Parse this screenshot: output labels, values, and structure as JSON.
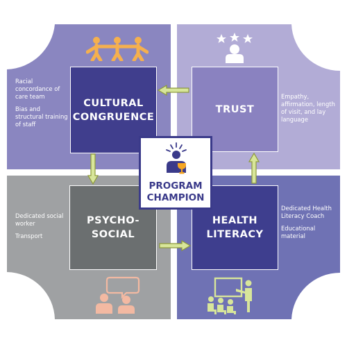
{
  "colors": {
    "purple_panel": "#8a86c0",
    "lavender_panel": "#b2acd6",
    "gray_panel": "#9fa1a3",
    "blue_panel": "#6f72b4",
    "cultural_box": "#403e8d",
    "trust_box": "#8a82c0",
    "psychosocial_box": "#6b6f70",
    "health_box": "#3e3e8e",
    "center_border": "#3a3a8a",
    "people_icon": "#f5b04e",
    "arrow_fill": "#d8e69a",
    "arrow_stroke": "#8d9a3c",
    "chat_icon": "#f3b9a2",
    "teaching_icon": "#d8e69a",
    "trophy": "#f5a623"
  },
  "icons": {
    "cultural": "three-people-icon",
    "trust": "person-with-stars-icon",
    "psychosocial": "conversation-icon",
    "health": "teaching-classroom-icon",
    "center": "champion-trophy-icon"
  },
  "quadrants": {
    "cultural": {
      "title": "CULTURAL\nCONGRUENCE",
      "notes": [
        "Racial concordance of care team",
        "Bias and structural training of staff"
      ]
    },
    "trust": {
      "title": "TRUST",
      "notes": [
        "Empathy, affirmation, length of visit, and lay language"
      ]
    },
    "psychosocial": {
      "title": "PSYCHO-\nSOCIAL",
      "notes": [
        "Dedicated social worker",
        "Transport"
      ]
    },
    "health_literacy": {
      "title": "HEALTH\nLITERACY",
      "notes": [
        "Dedicated Health Literacy Coach",
        "Educational material"
      ]
    }
  },
  "center": {
    "title": "PROGRAM\nCHAMPION"
  }
}
